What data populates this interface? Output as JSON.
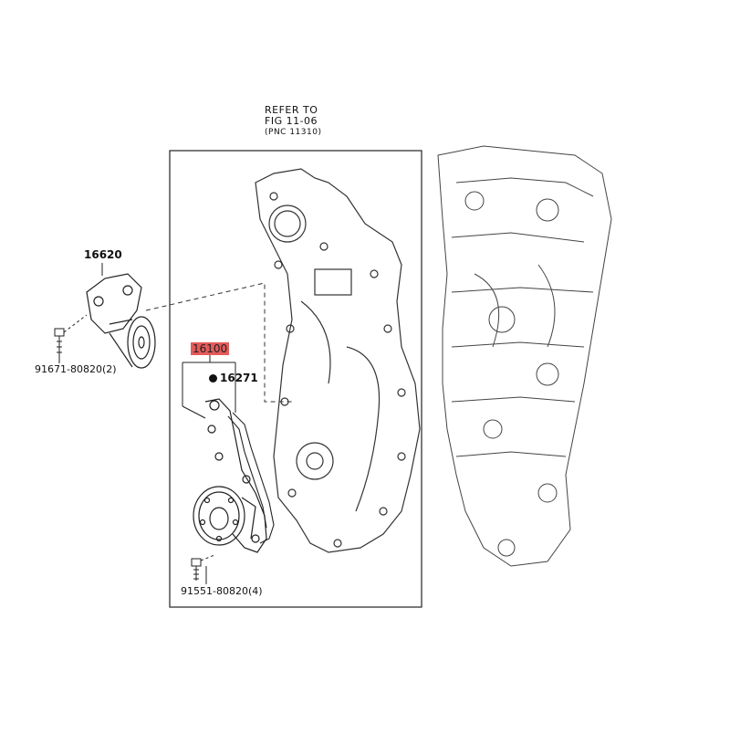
{
  "reference": {
    "line1": "REFER TO",
    "line2": "FIG 11-06",
    "line3": "(PNC 11310)"
  },
  "parts": {
    "tensioner": "16620",
    "tensioner_bolt": "91671-80820(2)",
    "water_pump_assy": "16100",
    "gasket": "16271",
    "pump_bolt": "91551-80820(4)"
  },
  "colors": {
    "highlight": "#e35b5b",
    "line": "#222222"
  }
}
